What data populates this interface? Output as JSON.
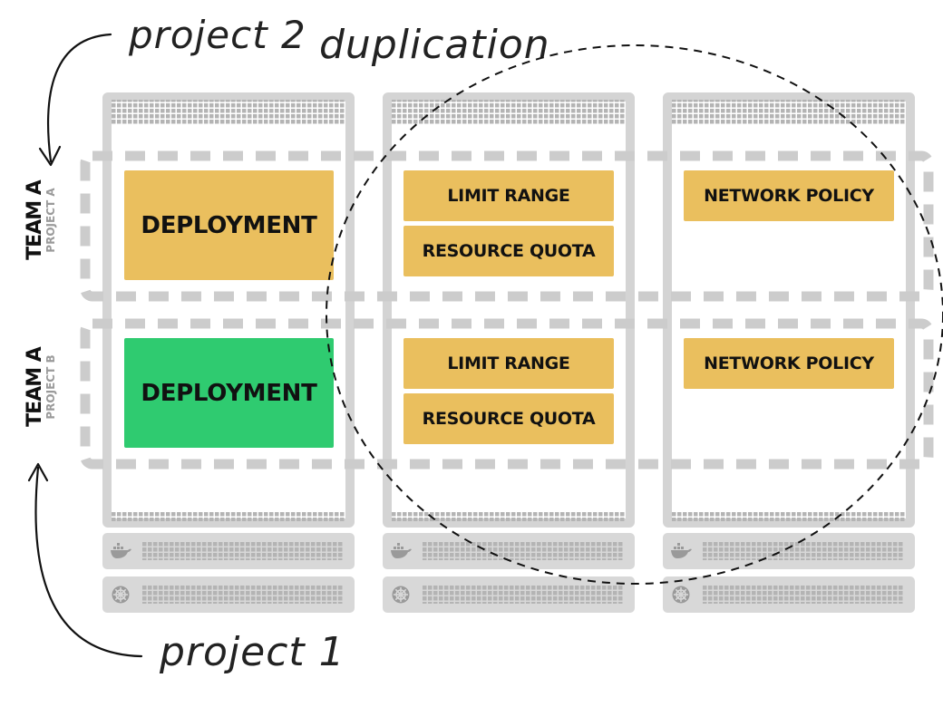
{
  "annotations": {
    "top_label": "project 2",
    "circle_label": "duplication",
    "bottom_label": "project 1"
  },
  "rows": [
    {
      "team": "TEAM A",
      "project": "PROJECT A",
      "deployment": "DEPLOYMENT",
      "limit_range": "LIMIT RANGE",
      "resource_quota": "RESOURCE QUOTA",
      "network_policy": "NETWORK POLICY",
      "deployment_color": "#eabf5e"
    },
    {
      "team": "TEAM A",
      "project": "PROJECT B",
      "deployment": "DEPLOYMENT",
      "limit_range": "LIMIT RANGE",
      "resource_quota": "RESOURCE QUOTA",
      "network_policy": "NETWORK POLICY",
      "deployment_color": "#2fcb70"
    }
  ],
  "colors": {
    "object_box": "#eabf5e",
    "node_frame": "#d4d4d4",
    "dashed_border": "#cccccc"
  },
  "icons": {
    "docker": "docker-whale-icon",
    "kubernetes": "kubernetes-helm-icon"
  }
}
